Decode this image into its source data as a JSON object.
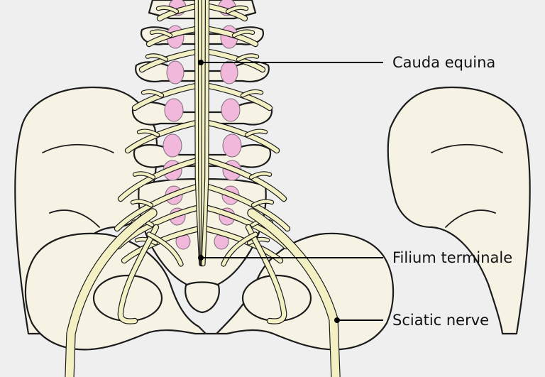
{
  "colors": {
    "background": "#efefef",
    "bone": "#f6f3e4",
    "nerve": "#f3f0c4",
    "disc": "#f2b8dc",
    "outline": "#1c1c1c"
  },
  "labels": {
    "cauda_equina": "Cauda equina",
    "filium_terminale": "Filium terminale",
    "sciatic_nerve": "Sciatic nerve"
  }
}
